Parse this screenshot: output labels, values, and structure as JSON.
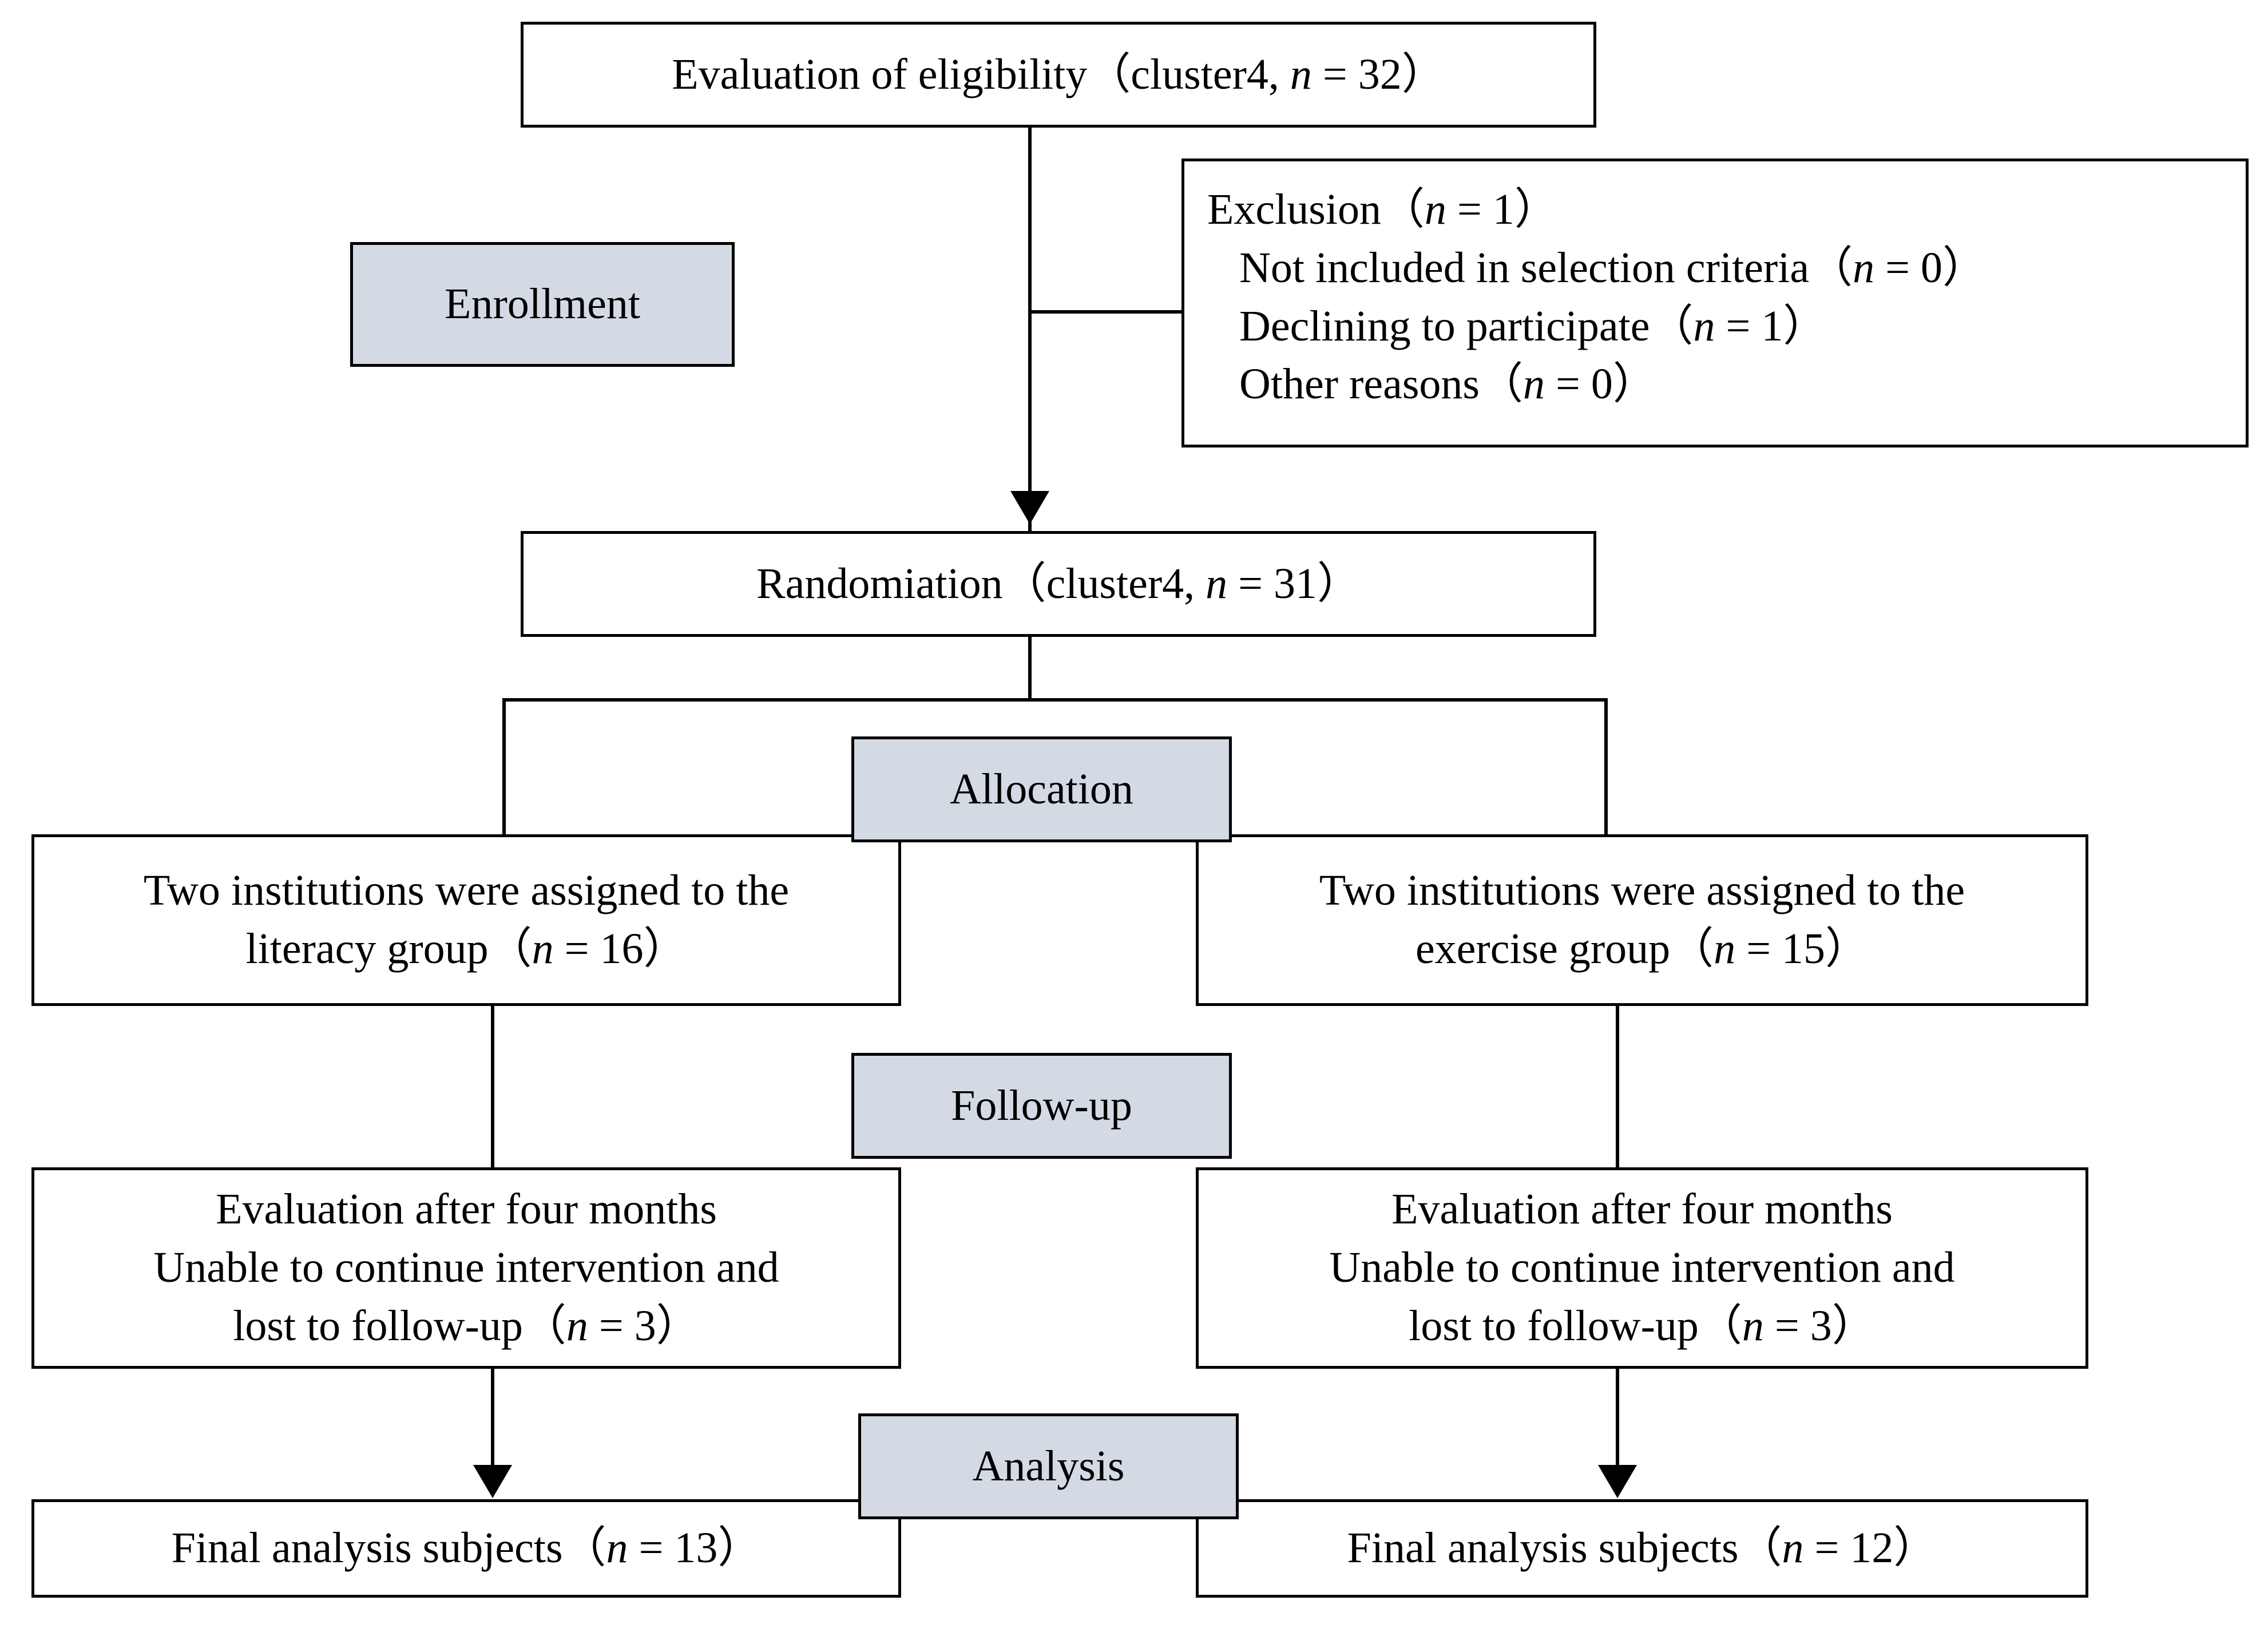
{
  "diagram": {
    "type": "consort-flow-diagram",
    "accent_fill": "#d3dae4",
    "line_color": "#000000",
    "background": "#ffffff"
  },
  "stages": {
    "enrollment": "Enrollment",
    "allocation": "Allocation",
    "followup": "Follow-up",
    "analysis": "Analysis"
  },
  "nodes": {
    "eligibility": "Evaluation of eligibility（cluster4, n = 32）",
    "exclusion": {
      "heading": "Exclusion（n = 1）",
      "reasons": [
        "Not included in selection criteria（n = 0）",
        "Declining to participate（n = 1）",
        "Other reasons（n = 0）"
      ]
    },
    "randomization": "Randomiation（cluster4, n = 31）",
    "allocation_left": {
      "line1": "Two institutions were assigned to the",
      "line2": "literacy group（n = 16）"
    },
    "allocation_right": {
      "line1": "Two institutions were assigned to the",
      "line2": "exercise group（n = 15）"
    },
    "followup_left": {
      "line1": "Evaluation after four months",
      "line2": "Unable to continue intervention and",
      "line3": "lost to follow-up（n = 3）"
    },
    "followup_right": {
      "line1": "Evaluation after four months",
      "line2": "Unable to continue intervention and",
      "line3": "lost to follow-up（n = 3）"
    },
    "analysis_left": "Final analysis subjects（n = 13）",
    "analysis_right": "Final analysis subjects（n = 12）"
  },
  "counts": {
    "assessed_for_eligibility": 32,
    "excluded_total": 1,
    "excluded_not_meeting_criteria": 0,
    "excluded_declined": 1,
    "excluded_other": 0,
    "randomized": 31,
    "allocated_literacy": 16,
    "allocated_exercise": 15,
    "lost_to_followup_literacy": 3,
    "lost_to_followup_exercise": 3,
    "analysed_literacy": 13,
    "analysed_exercise": 12,
    "clusters": 4
  }
}
